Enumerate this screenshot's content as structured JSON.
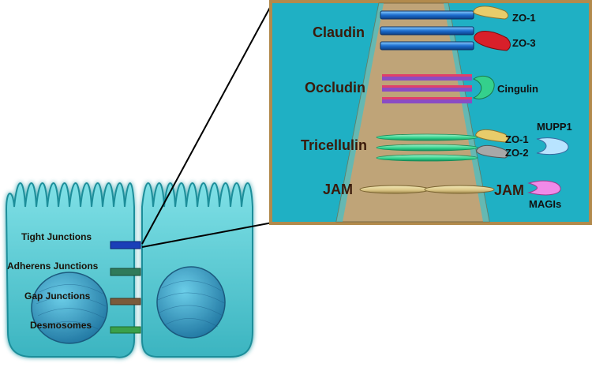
{
  "diagram": {
    "proteins": {
      "claudin": "Claudin",
      "occludin": "Occludin",
      "tricellulin": "Tricellulin",
      "jam": "JAM"
    },
    "partners": {
      "zo1": "ZO-1",
      "zo3": "ZO-3",
      "cingulin": "Cingulin",
      "zo1_b": "ZO-1",
      "zo2": "ZO-2",
      "mupp1": "MUPP1",
      "jam_right": "JAM",
      "magis": "MAGIs"
    },
    "junctions": {
      "tight": "Tight Junctions",
      "adherens": "Adherens Junctions",
      "gap": "Gap Junctions",
      "desmosomes": "Desmosomes"
    }
  },
  "colors": {
    "panel_bg": "#1fb0c4",
    "panel_border": "#b28a4c",
    "membrane_gap": "#bfa478",
    "claudin": "#1e6fd0",
    "occludin_red": "#e0406a",
    "occludin_purple": "#8a4cc4",
    "tricellulin": "#2ed08a",
    "jam": "#d9c483",
    "zo1": "#e8cc6a",
    "zo3": "#d8202a",
    "cingulin": "#34d08c",
    "zo2": "#a8a8a8",
    "mupp1": "#b8e4ff",
    "magis": "#f08ae8",
    "cell": "#4fc6cf",
    "cell_edge": "#1e8e9a",
    "nucleus": "#2a8fb8"
  }
}
